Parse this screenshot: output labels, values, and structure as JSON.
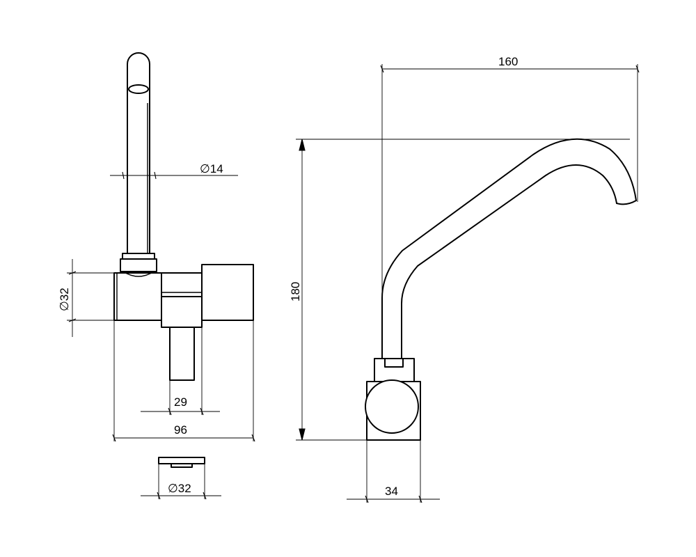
{
  "drawing": {
    "front_view": {
      "spout_diameter": "∅14",
      "body_diameter": "∅32",
      "handle_width": "29",
      "overall_width": "96"
    },
    "bottom_view": {
      "flange_diameter": "∅32"
    },
    "side_view": {
      "reach": "160",
      "height": "180",
      "base_width": "34"
    }
  }
}
